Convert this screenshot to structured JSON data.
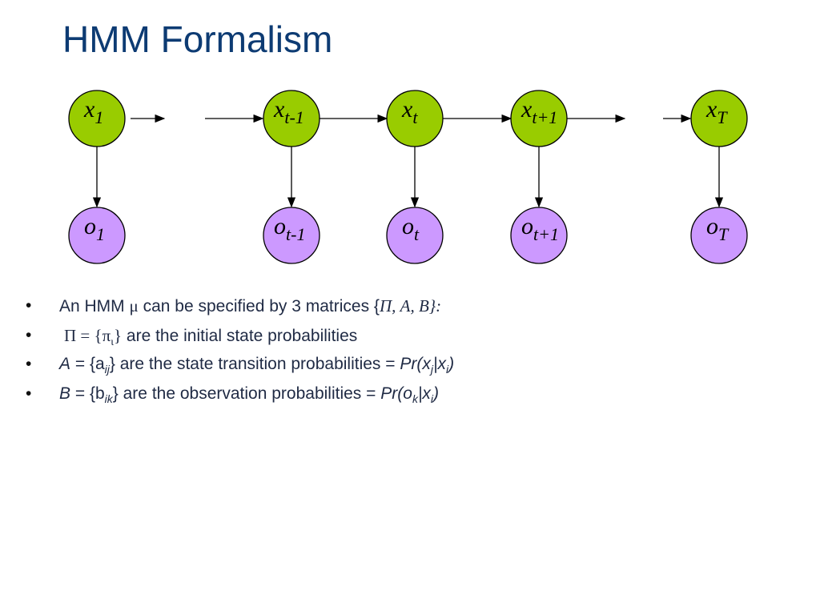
{
  "title": "HMM Formalism",
  "diagram": {
    "states": [
      {
        "base": "x",
        "sub": "1"
      },
      {
        "base": "x",
        "sub": "t-1"
      },
      {
        "base": "x",
        "sub": "t"
      },
      {
        "base": "x",
        "sub": "t+1"
      },
      {
        "base": "x",
        "sub": "T"
      }
    ],
    "observations": [
      {
        "base": "o",
        "sub": "1"
      },
      {
        "base": "o",
        "sub": "t-1"
      },
      {
        "base": "o",
        "sub": "t"
      },
      {
        "base": "o",
        "sub": "t+1"
      },
      {
        "base": "o",
        "sub": "T"
      }
    ],
    "colors": {
      "state_fill": "#99cc00",
      "observation_fill": "#cc99ff",
      "stroke": "#000000"
    }
  },
  "bullets": [
    {
      "marker": "•",
      "prefix": "An HMM ",
      "mu": "μ",
      "text": " can be specified by 3 matrices {",
      "tail": "Π, A, B}:"
    },
    {
      "marker": "•",
      "pi": "Π = {π",
      "pi_sub": "ι",
      "pi_close": "}",
      "text": " are the initial state probabilities"
    },
    {
      "marker": "•",
      "A": "A",
      "eq": " = {a",
      "sub": "ij",
      "rest": "} are the state transition probabilities = ",
      "formula": "Pr(x",
      "f_sub1": "j",
      "f_mid": "|x",
      "f_sub2": "i",
      "f_end": ")"
    },
    {
      "marker": "•",
      "B": "B",
      "eq": " = {b",
      "sub": "ik",
      "rest": "} are the observation probabilities = ",
      "formula": "Pr(o",
      "f_sub1": "k",
      "f_mid": "|x",
      "f_sub2": "i",
      "f_end": ")"
    }
  ]
}
